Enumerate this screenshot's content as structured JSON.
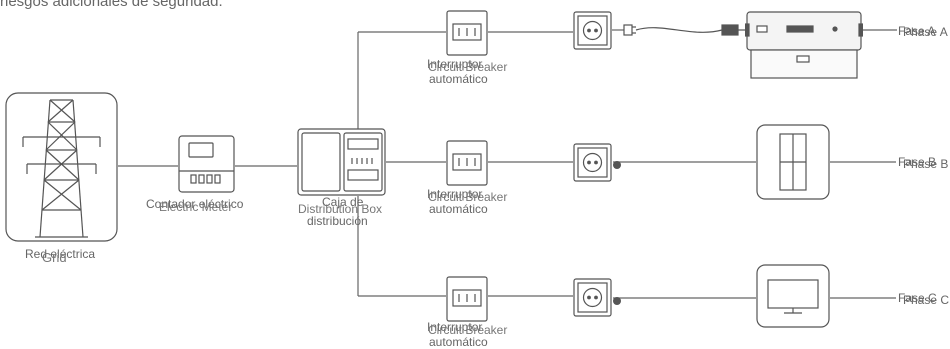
{
  "header_text": "riesgos adicionales de seguridad.",
  "grid": {
    "label_es": "Red eléctrica",
    "label_en": "Grid"
  },
  "meter": {
    "label_es": "Contador eléctrico",
    "label_en": "Electric Meter"
  },
  "distribution": {
    "label_es_line1": "Caja de",
    "label_es_line2": "distribución",
    "label_en": "Distribution Box"
  },
  "branches": [
    {
      "breaker_es_line1": "Interruptor",
      "breaker_en": "Circuit Breaker",
      "breaker_es_line2": "automático",
      "phase_es": "Fase A",
      "phase_en": "Phase A",
      "device": "power-station"
    },
    {
      "breaker_es_line1": "Interruptor",
      "breaker_en": "Circuit Breaker",
      "breaker_es_line2": "automático",
      "phase_es": "Fase B",
      "phase_en": "Phase B",
      "device": "refrigerator"
    },
    {
      "breaker_es_line1": "Interruptor",
      "breaker_en": "Circuit Breaker",
      "breaker_es_line2": "automático",
      "phase_es": "Fase C",
      "phase_en": "Phase C",
      "device": "television"
    }
  ],
  "colors": {
    "line": "#666666",
    "stroke": "#555555",
    "label": "#666666"
  }
}
